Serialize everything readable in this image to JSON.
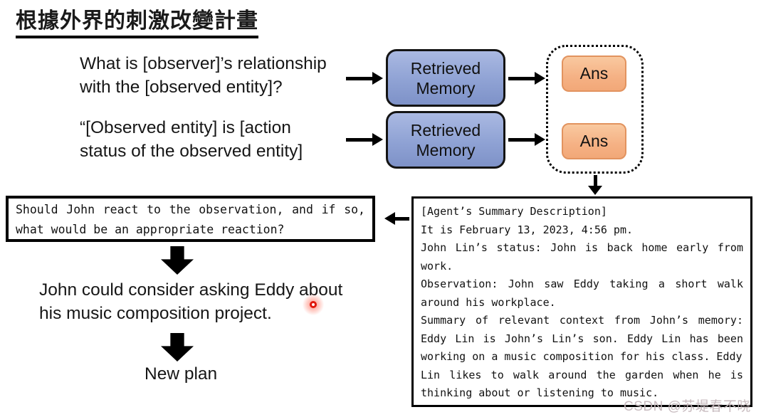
{
  "page": {
    "title": "根據外界的刺激改變計畫",
    "watermark": "CSDN @苏堤春不晓"
  },
  "questions": {
    "q1_line1": "What is [observer]’s relationship",
    "q1_line2": "with the [observed entity]?",
    "q2_line1": "“[Observed entity] is [action",
    "q2_line2": "status of the observed entity]"
  },
  "flow": {
    "retrieved_memory_1": "Retrieved Memory",
    "retrieved_memory_2": "Retrieved Memory",
    "ans_1": "Ans",
    "ans_2": "Ans"
  },
  "question_box": {
    "line1": "Should John react to the observation, and if so,",
    "line2": "what would be an appropriate reaction?"
  },
  "summary_box": {
    "lines": [
      "[Agent’s Summary Description]",
      "It is February 13, 2023, 4:56 pm.",
      "John Lin’s status: John is back home early from",
      "work.",
      "Observation: John saw Eddy taking a short walk",
      "around his workplace.",
      "Summary of relevant context from John’s memory:",
      "Eddy Lin is John’s Lin’s son. Eddy Lin has been",
      "working on a music composition for his class. Eddy",
      "Lin likes to walk around the garden when he is",
      "thinking about or listening to music."
    ]
  },
  "conclusion": {
    "line1": "John could consider asking Eddy about",
    "line2": "his music composition project."
  },
  "new_plan_label": "New plan",
  "colors": {
    "memory_fill": "#8fa2d4",
    "memory_border": "#141414",
    "ans_fill": "#f5b184",
    "ans_border": "#e2935f",
    "laser_red": "#e0180c"
  }
}
